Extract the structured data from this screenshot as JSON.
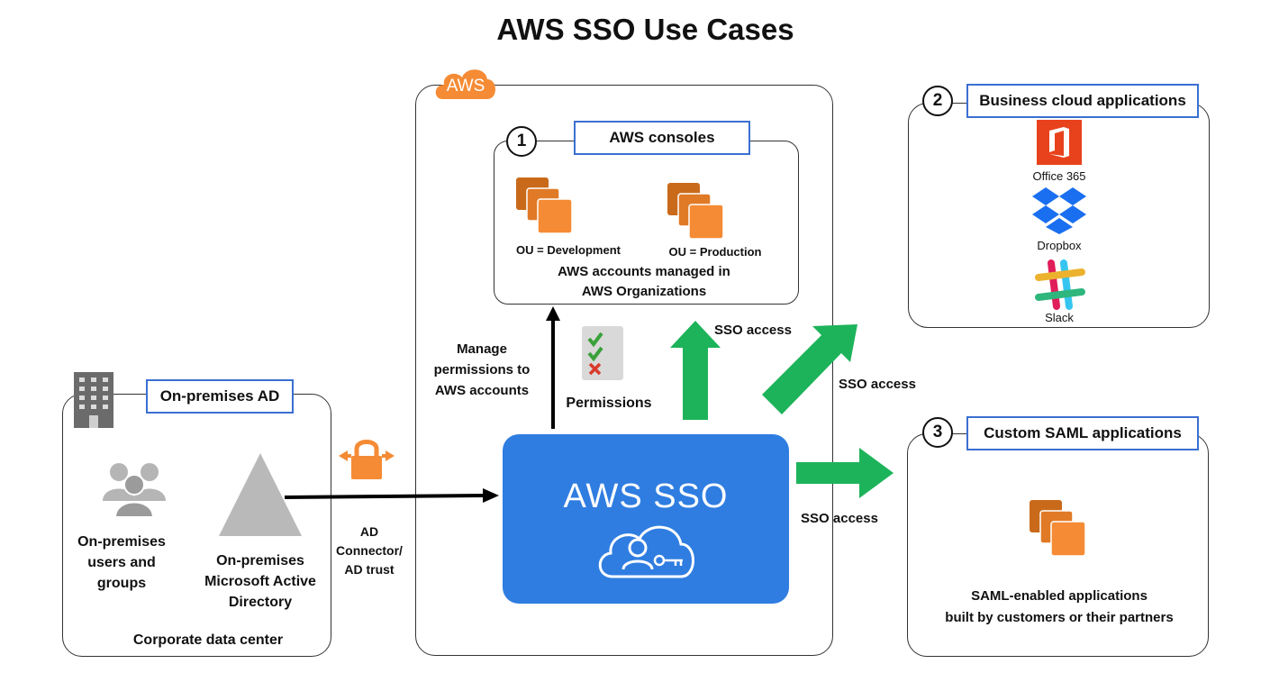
{
  "title": "AWS SSO Use Cases",
  "aws_badge": "AWS",
  "consoles": {
    "number": "1",
    "label": "AWS consoles",
    "ou_dev": "OU = Development",
    "ou_prod": "OU = Production",
    "caption": "AWS accounts managed in\nAWS Organizations"
  },
  "business_apps": {
    "number": "2",
    "label": "Business cloud applications",
    "apps": [
      "Office 365",
      "Dropbox",
      "Slack"
    ]
  },
  "custom_saml": {
    "number": "3",
    "label": "Custom SAML applications",
    "caption": "SAML-enabled applications\nbuilt by customers or their partners"
  },
  "onprem": {
    "label": "On-premises AD",
    "users": "On-premises\nusers and\ngroups",
    "directory": "On-premises\nMicrosoft Active\nDirectory",
    "footer": "Corporate data center"
  },
  "connector": "AD\nConnector/\nAD trust",
  "manage_permissions": "Manage\npermissions to\nAWS accounts",
  "permissions": "Permissions",
  "sso_access": "SSO access",
  "aws_sso": "AWS SSO",
  "colors": {
    "aws_orange": "#f58b35",
    "sso_blue": "#2f7de1",
    "arrow_green": "#1db35a",
    "label_border": "#3b6fd1"
  }
}
